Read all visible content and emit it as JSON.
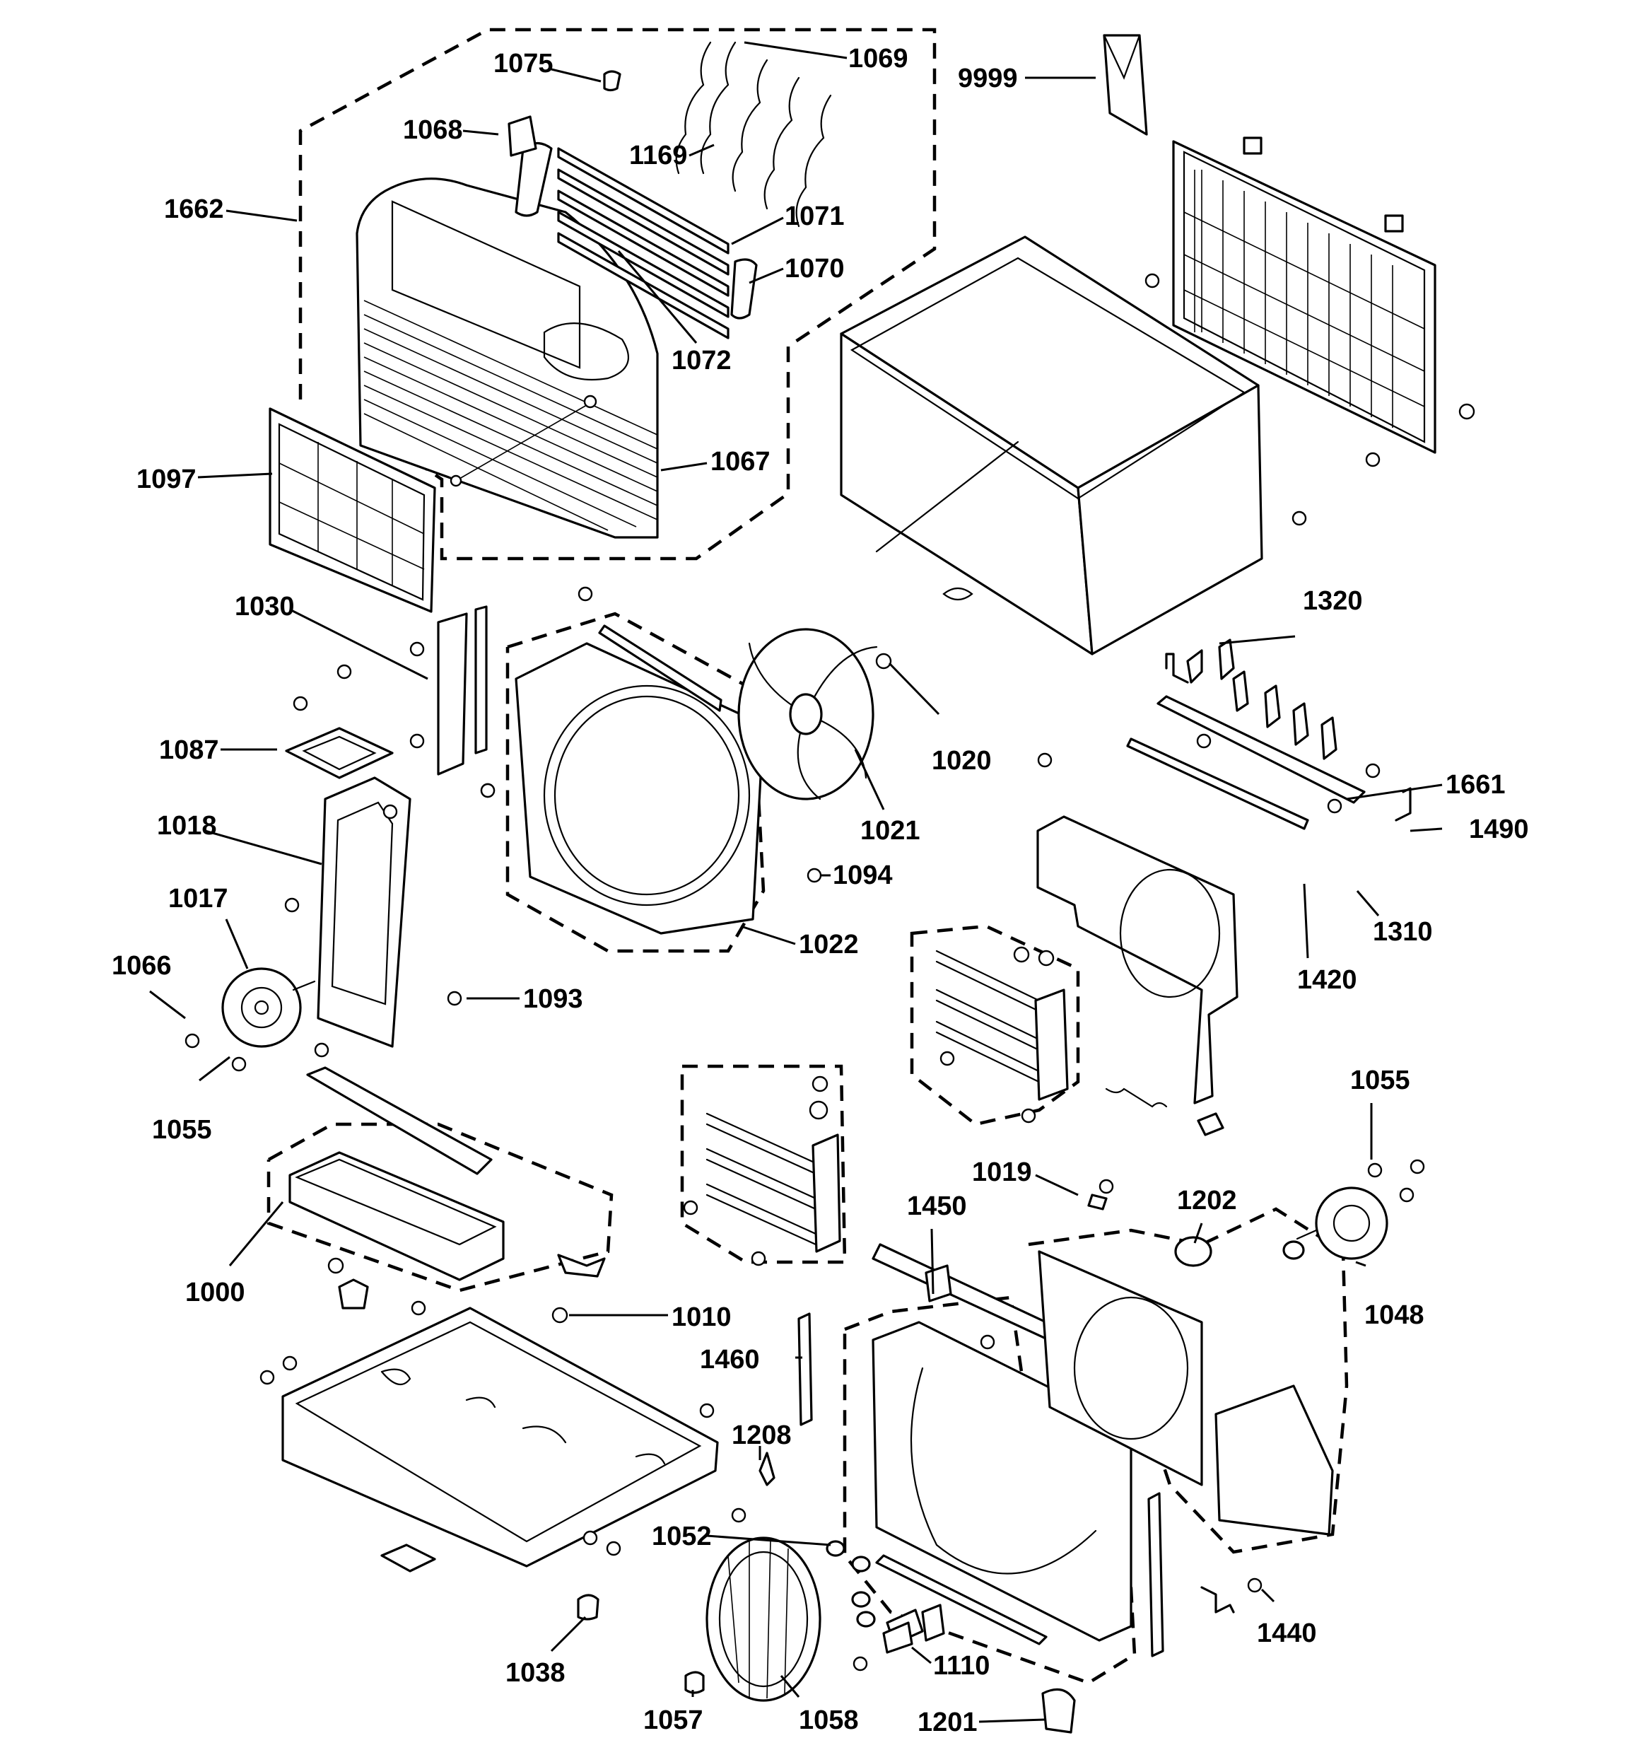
{
  "diagram": {
    "labels": {
      "p1075": "1075",
      "p1069": "1069",
      "p9999": "9999",
      "p1068": "1068",
      "p1169": "1169",
      "p1662": "1662",
      "p1071": "1071",
      "p1070": "1070",
      "p1072": "1072",
      "p1067": "1067",
      "p1097": "1097",
      "p1030": "1030",
      "p1320": "1320",
      "p1087": "1087",
      "p1020": "1020",
      "p1661": "1661",
      "p1018": "1018",
      "p1021": "1021",
      "p1490": "1490",
      "p1094": "1094",
      "p1017": "1017",
      "p1022": "1022",
      "p1310": "1310",
      "p1066": "1066",
      "p1420": "1420",
      "p1093": "1093",
      "p1055a": "1055",
      "p1055b": "1055",
      "p1019": "1019",
      "p1202": "1202",
      "p1450": "1450",
      "p1000": "1000",
      "p1048": "1048",
      "p1010": "1010",
      "p1460": "1460",
      "p1208": "1208",
      "p1052": "1052",
      "p1440": "1440",
      "p1038": "1038",
      "p1110": "1110",
      "p1057": "1057",
      "p1058": "1058",
      "p1201": "1201"
    }
  }
}
